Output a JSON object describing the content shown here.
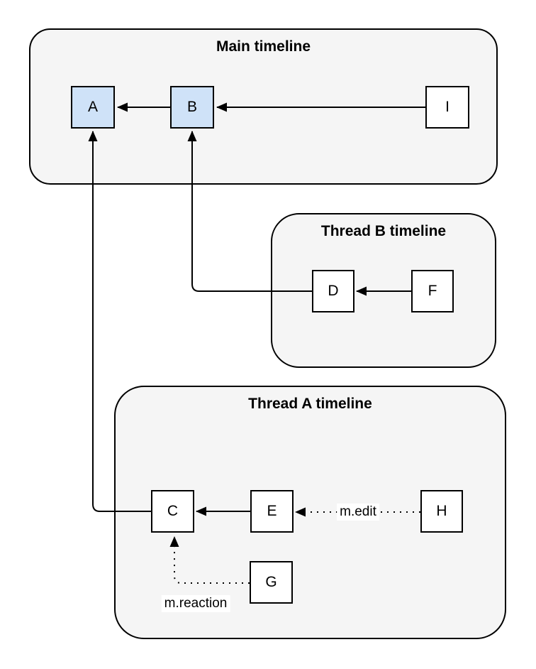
{
  "diagram": {
    "containers": [
      {
        "id": "main",
        "title": "Main timeline"
      },
      {
        "id": "threadB",
        "title": "Thread B timeline"
      },
      {
        "id": "threadA",
        "title": "Thread A timeline"
      }
    ],
    "nodes": [
      {
        "id": "A",
        "label": "A",
        "container": "main",
        "highlighted": true
      },
      {
        "id": "B",
        "label": "B",
        "container": "main",
        "highlighted": true
      },
      {
        "id": "I",
        "label": "I",
        "container": "main",
        "highlighted": false
      },
      {
        "id": "D",
        "label": "D",
        "container": "threadB",
        "highlighted": false
      },
      {
        "id": "F",
        "label": "F",
        "container": "threadB",
        "highlighted": false
      },
      {
        "id": "C",
        "label": "C",
        "container": "threadA",
        "highlighted": false
      },
      {
        "id": "E",
        "label": "E",
        "container": "threadA",
        "highlighted": false
      },
      {
        "id": "H",
        "label": "H",
        "container": "threadA",
        "highlighted": false
      },
      {
        "id": "G",
        "label": "G",
        "container": "threadA",
        "highlighted": false
      }
    ],
    "edges": [
      {
        "from": "B",
        "to": "A",
        "style": "solid",
        "label": ""
      },
      {
        "from": "I",
        "to": "B",
        "style": "solid",
        "label": ""
      },
      {
        "from": "F",
        "to": "D",
        "style": "solid",
        "label": ""
      },
      {
        "from": "E",
        "to": "C",
        "style": "solid",
        "label": ""
      },
      {
        "from": "D",
        "to": "B",
        "style": "solid",
        "label": ""
      },
      {
        "from": "C",
        "to": "A",
        "style": "solid",
        "label": ""
      },
      {
        "from": "H",
        "to": "E",
        "style": "dotted",
        "label": "m.edit"
      },
      {
        "from": "G",
        "to": "C",
        "style": "dotted",
        "label": "m.reaction"
      }
    ],
    "colors": {
      "container_fill": "#f5f5f5",
      "node_fill": "#ffffff",
      "node_highlight_fill": "#cfe2f8",
      "stroke": "#000000",
      "label_background": "#ffffff"
    }
  }
}
